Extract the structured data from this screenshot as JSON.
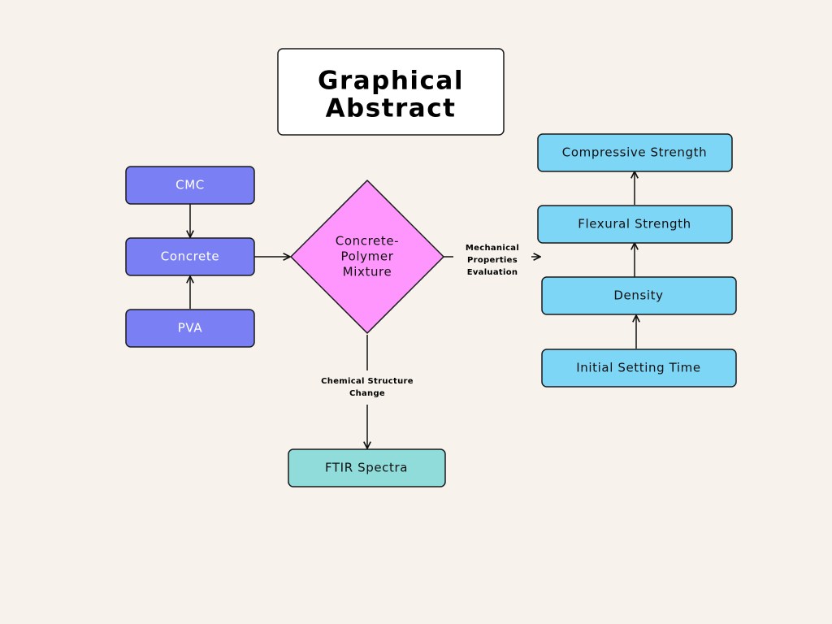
{
  "title": {
    "line1": "Graphical",
    "line2": "Abstract"
  },
  "colors": {
    "background": "#f7f3ec",
    "input_nodes": "#7b7ff4",
    "mixture_node": "#fe96fd",
    "result_nodes": "#7ed6f7",
    "ftir_node": "#8fdcdb",
    "stroke": "#1a1a1a"
  },
  "nodes": {
    "cmc": "CMC",
    "concrete": "Concrete",
    "pva": "PVA",
    "mixture": {
      "line1": "Concrete-",
      "line2": "Polymer",
      "line3": "Mixture"
    },
    "ftir": "FTIR Spectra",
    "compressive": "Compressive Strength",
    "flexural": "Flexural Strength",
    "density": "Density",
    "setting_time": "Initial Setting Time"
  },
  "edge_labels": {
    "mechanical": {
      "line1": "Mechanical",
      "line2": "Properties",
      "line3": "Evaluation"
    },
    "chemical": {
      "line1": "Chemical Structure",
      "line2": "Change"
    }
  },
  "edges": [
    {
      "from": "cmc",
      "to": "concrete"
    },
    {
      "from": "pva",
      "to": "concrete"
    },
    {
      "from": "concrete",
      "to": "mixture"
    },
    {
      "from": "mixture",
      "to": "results",
      "label": "mechanical"
    },
    {
      "from": "mixture",
      "to": "ftir",
      "label": "chemical"
    },
    {
      "from": "setting_time",
      "to": "density"
    },
    {
      "from": "density",
      "to": "flexural"
    },
    {
      "from": "flexural",
      "to": "compressive"
    }
  ]
}
